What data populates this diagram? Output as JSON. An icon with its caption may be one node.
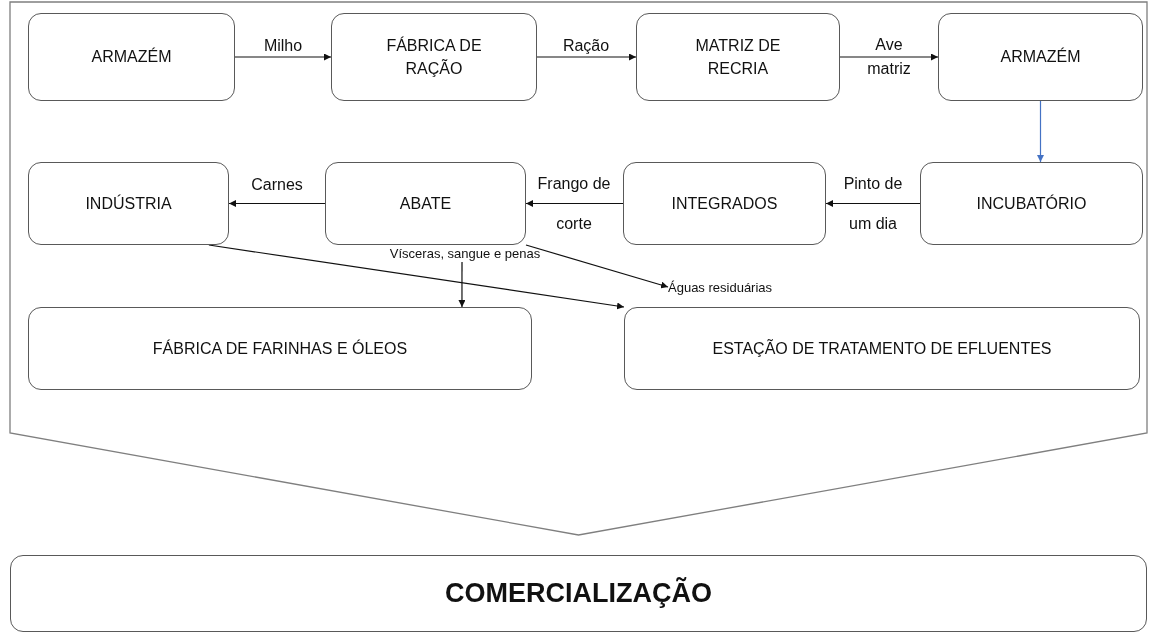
{
  "diagram": {
    "nodes": [
      {
        "text": [],
        "shape": "arrow"
      },
      {
        "text": [
          "ARMAZÉM"
        ],
        "in": 0
      },
      {
        "text": [
          "FÁBRICA DE RAÇÃO"
        ],
        "in": 0
      },
      {
        "text": [
          "MATRIZ DE RECRIA"
        ],
        "in": 0
      },
      {
        "text": [
          "ARMAZÉM"
        ],
        "in": 0
      },
      {
        "text": [
          "INDÚSTRIA"
        ],
        "in": 0
      },
      {
        "text": [
          "ABATE"
        ],
        "in": 0
      },
      {
        "text": [
          "INTEGRADOS"
        ],
        "in": 0
      },
      {
        "text": [
          "INCUBATÓRIO"
        ],
        "in": 0
      },
      {
        "text": [
          "Vísceras, sangue e penas"
        ],
        "in": 0
      },
      {
        "text": [
          "Águas residuárias"
        ],
        "in": 0
      },
      {
        "text": [
          "FÁBRICA DE FARINHAS E ÓLEOS"
        ],
        "in": 0
      },
      {
        "text": [
          "ESTAÇÃO DE TRATAMENTO DE EFLUENTES"
        ],
        "in": 0
      },
      {
        "text": [
          "COMERCIALIZAÇÃO"
        ]
      }
    ],
    "edges": [
      {
        "from": 1,
        "to": 2,
        "arrow": "to",
        "label": "Milho"
      },
      {
        "from": 2,
        "to": 3,
        "arrow": "to",
        "label": "Ração"
      },
      {
        "from": 3,
        "to": 4,
        "arrow": "to",
        "label": "Ave matriz"
      },
      {
        "from": 4,
        "to": 8,
        "arrow": "to",
        "color": "#4472c4"
      },
      {
        "from": 8,
        "to": 7,
        "arrow": "to",
        "label": "Pinto de um dia"
      },
      {
        "from": 7,
        "to": 6,
        "arrow": "to",
        "label": "Frango de corte"
      },
      {
        "from": 6,
        "to": 5,
        "arrow": "to",
        "label": "Carnes"
      },
      {
        "from": 6,
        "to": 10,
        "arrow": "to"
      },
      {
        "from": 9,
        "to": 11,
        "arrow": "to"
      },
      {
        "from": 5,
        "to": 12,
        "arrow": "to"
      }
    ]
  }
}
